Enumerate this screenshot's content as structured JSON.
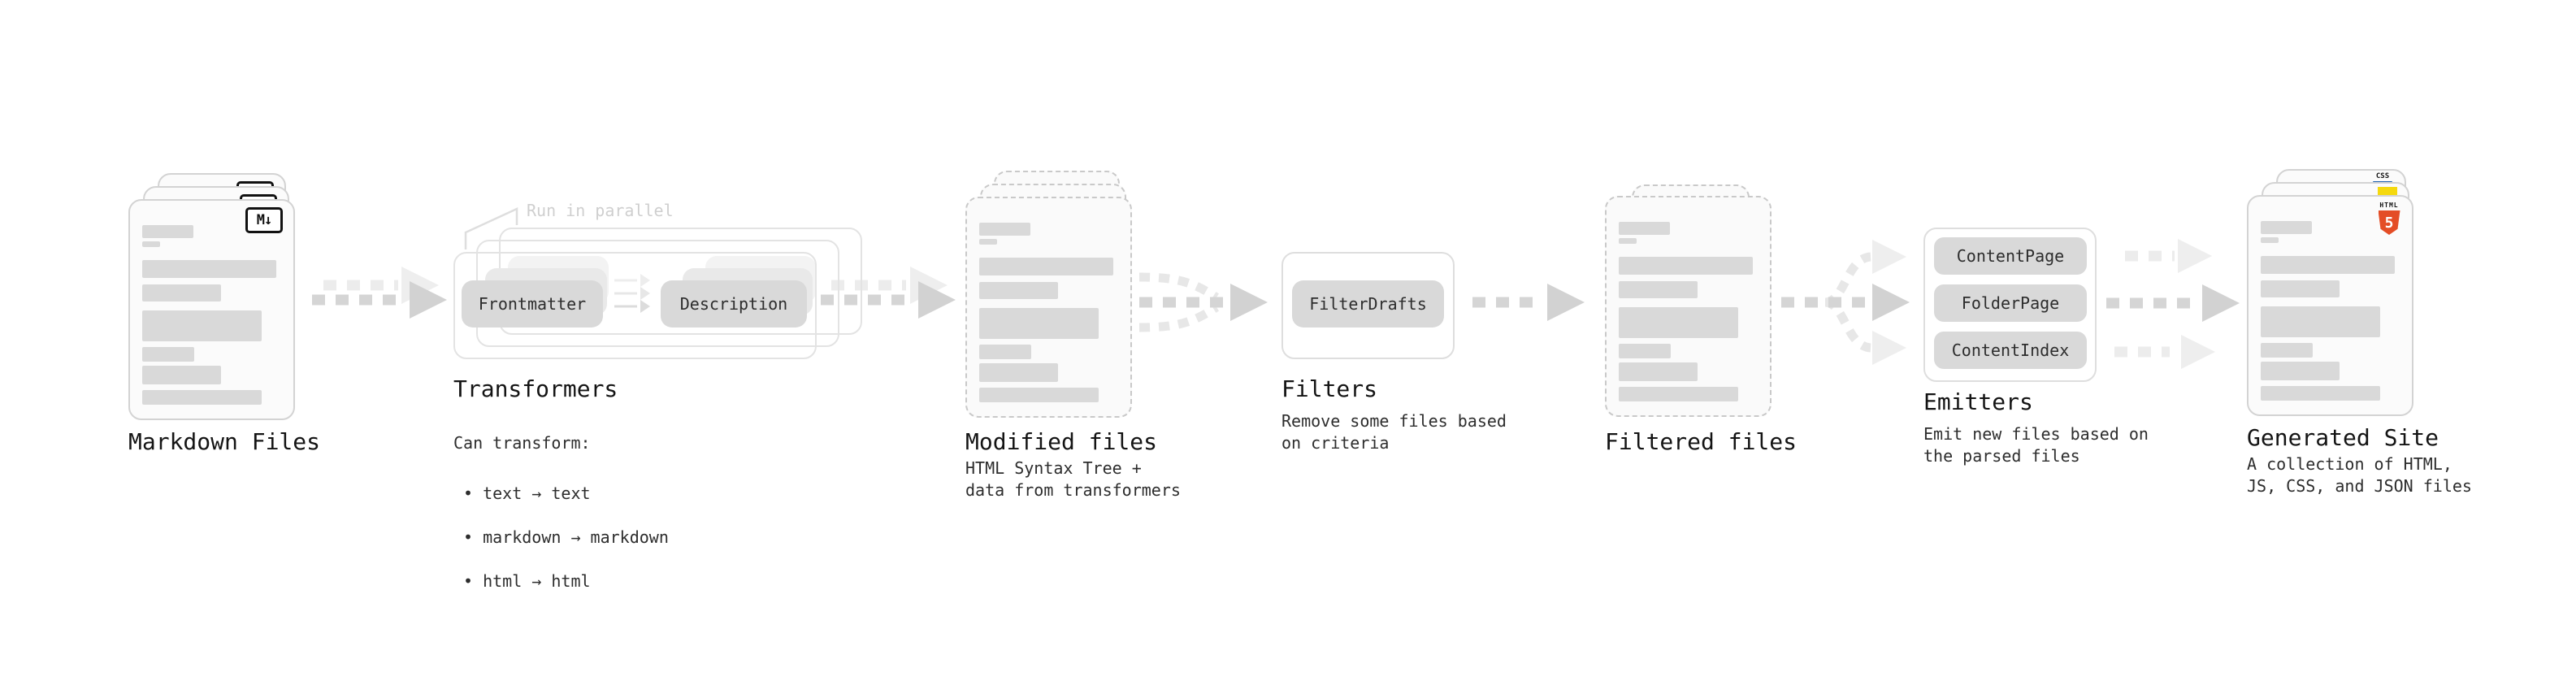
{
  "diagram": {
    "markdown_files": {
      "label": "Markdown Files",
      "badge": "M↓"
    },
    "transformers": {
      "note": "Run in parallel",
      "pill_left": "Frontmatter",
      "pill_right": "Description",
      "title": "Transformers",
      "body_heading": "Can transform:",
      "bullets": [
        "• text → text",
        "• markdown → markdown",
        "• html → html"
      ]
    },
    "modified_files": {
      "label": "Modified files",
      "description": "HTML Syntax Tree +\ndata from transformers"
    },
    "filters": {
      "title": "Filters",
      "pill": "FilterDrafts",
      "description": "Remove some files based\non criteria"
    },
    "filtered_files": {
      "label": "Filtered files"
    },
    "emitters": {
      "title": "Emitters",
      "pills": [
        "ContentPage",
        "FolderPage",
        "ContentIndex"
      ],
      "description": "Emit new files based on\nthe parsed files"
    },
    "generated_site": {
      "label": "Generated Site",
      "description": "A collection of HTML,\nJS, CSS, and JSON files",
      "badge_html_label": "HTML",
      "badge_html_number": "5",
      "badge_css": "CSS"
    },
    "colors": {
      "accent_html5": "#e44d26",
      "accent_js": "#f5d90e",
      "accent_css": "#2062af"
    }
  }
}
